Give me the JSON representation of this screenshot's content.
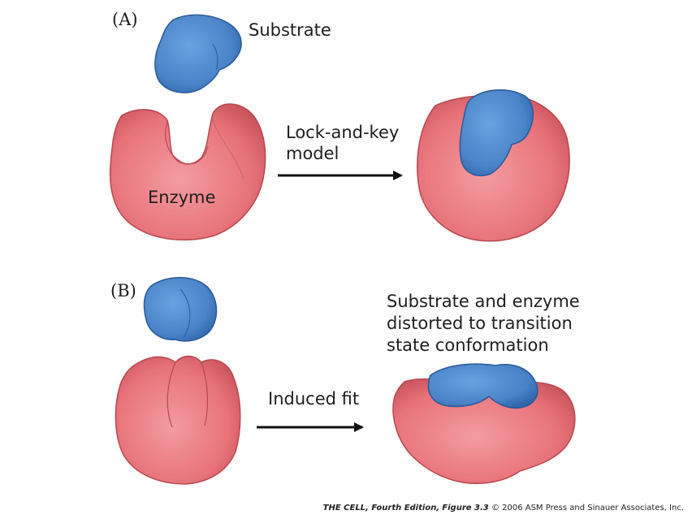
{
  "panels": {
    "a": {
      "label": "(A)",
      "substrate_label": "Substrate",
      "enzyme_label": "Enzyme",
      "process_label_line1": "Lock-and-key",
      "process_label_line2": "model"
    },
    "b": {
      "label": "(B)",
      "process_label": "Induced fit",
      "result_line1": "Substrate and enzyme",
      "result_line2": "distorted to transition",
      "result_line3": "state conformation"
    }
  },
  "caption": {
    "book": "THE CELL, Fourth Edition,",
    "figure": "Figure 3.3",
    "copyright": "© 2006 ASM Press and Sinauer Associates, Inc."
  },
  "colors": {
    "enzyme": "#e8737a",
    "substrate": "#4a83c8",
    "arrow": "#111111"
  }
}
